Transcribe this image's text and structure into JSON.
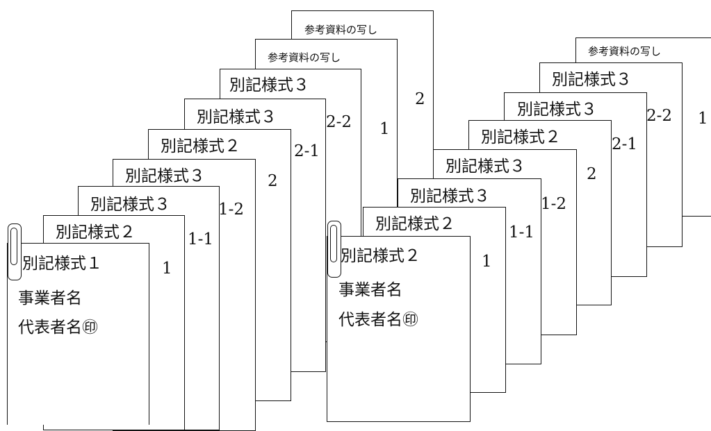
{
  "left_bundle": {
    "sheets": [
      {
        "header": "参考資料の写し",
        "num": "2"
      },
      {
        "header": "参考資料の写し",
        "num": "1"
      },
      {
        "header": "別記様式３",
        "num": "2-2"
      },
      {
        "header": "別記様式３",
        "num": "2-1"
      },
      {
        "header": "別記様式２",
        "num": "2"
      },
      {
        "header": "別記様式３",
        "num": "1-2"
      },
      {
        "header": "別記様式３",
        "num": "1-1"
      },
      {
        "header": "別記様式２",
        "num": "1"
      }
    ],
    "front": {
      "form": "別記様式１",
      "business_name": "事業者名",
      "representative": "代表者名㊞"
    }
  },
  "right_bundle": {
    "sheets": [
      {
        "header": "参考資料の写し",
        "num": "1"
      },
      {
        "header": "別記様式３",
        "num": "2-2"
      },
      {
        "header": "別記様式３",
        "num": "2-1"
      },
      {
        "header": "別記様式２",
        "num": "2"
      },
      {
        "header": "別記様式３",
        "num": "1-2"
      },
      {
        "header": "別記様式３",
        "num": "1-1"
      },
      {
        "header": "別記様式２",
        "num": "1"
      }
    ],
    "front": {
      "form": "別記様式２",
      "business_name": "事業者名",
      "representative": "代表者名㊞"
    }
  }
}
